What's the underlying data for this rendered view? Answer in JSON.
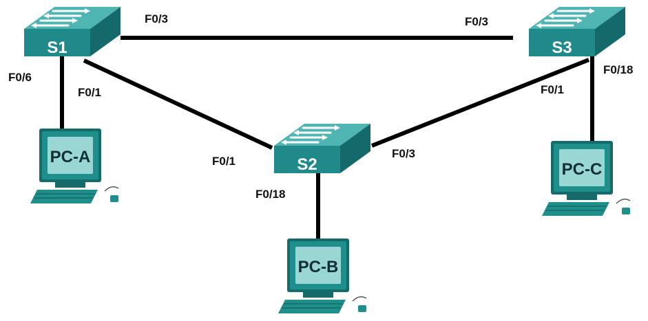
{
  "colors": {
    "link": "#000000",
    "switch_top": "#4fb5b2",
    "switch_front": "#1f8a89",
    "switch_side": "#146a6a",
    "pc_body": "#1f8f8c",
    "pc_dark": "#146b6a",
    "pc_screen": "#9ad6d3"
  },
  "switches": {
    "s1": {
      "label": "S1"
    },
    "s2": {
      "label": "S2"
    },
    "s3": {
      "label": "S3"
    }
  },
  "pcs": {
    "pca": {
      "label": "PC-A"
    },
    "pcb": {
      "label": "PC-B"
    },
    "pcc": {
      "label": "PC-C"
    }
  },
  "ports": {
    "s1_f03": "F0/3",
    "s3_f03": "F0/3",
    "s1_f06": "F0/6",
    "s1_f01": "F0/1",
    "s2_f01": "F0/1",
    "s2_f03": "F0/3",
    "s2_f018": "F0/18",
    "s3_f01": "F0/1",
    "s3_f018": "F0/18"
  }
}
